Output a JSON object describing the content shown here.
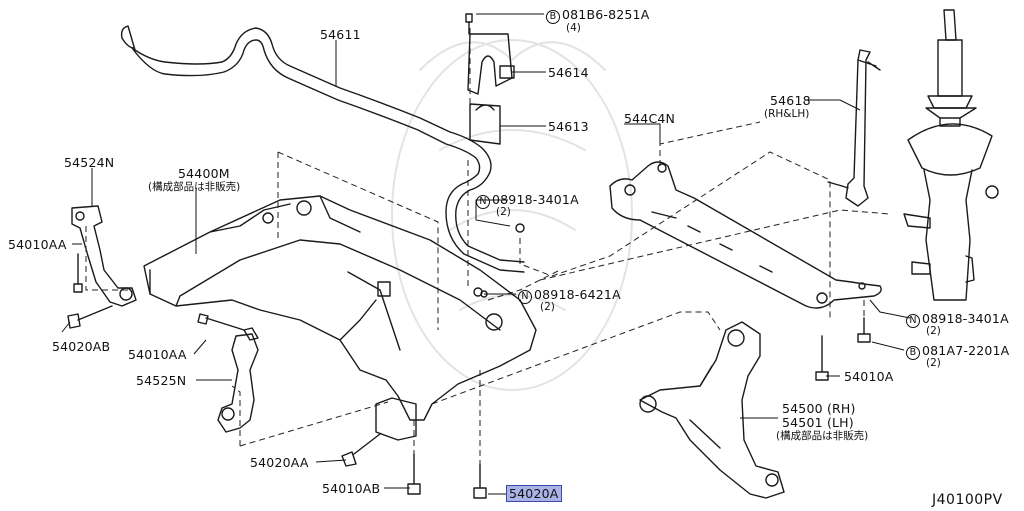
{
  "diagram_code": "J40100PV",
  "highlight_color": "#a9b3e6",
  "labels": {
    "p54611": "54611",
    "bolt_top": "081B6-8251A",
    "bolt_top_prefix": "B",
    "bolt_top_qty": "(4)",
    "p54614": "54614",
    "p54613": "54613",
    "p544C4N": "544C4N",
    "p54618": "54618",
    "p54618_side": "(RH&LH)",
    "p54524N": "54524N",
    "p54400M": "54400M",
    "p54400M_note": "(構成部品は非販売)",
    "nut_mid": "08918-3401A",
    "nut_mid_prefix": "N",
    "nut_mid_qty": "(2)",
    "p54010AA_left": "54010AA",
    "nut_center": "08918-6421A",
    "nut_center_prefix": "N",
    "nut_center_qty": "(2)",
    "p54020AB": "54020AB",
    "p54010AA_mid": "54010AA",
    "p54525N": "54525N",
    "nut_right": "08918-3401A",
    "nut_right_prefix": "N",
    "nut_right_qty": "(2)",
    "bolt_right": "081A7-2201A",
    "bolt_right_prefix": "B",
    "bolt_right_qty": "(2)",
    "p54010A": "54010A",
    "p54500": "54500 (RH)",
    "p54501": "54501 (LH)",
    "p5450x_note": "(構成部品は非販売)",
    "p54020AA": "54020AA",
    "p54010AB": "54010AB",
    "p54020A": "54020A"
  }
}
